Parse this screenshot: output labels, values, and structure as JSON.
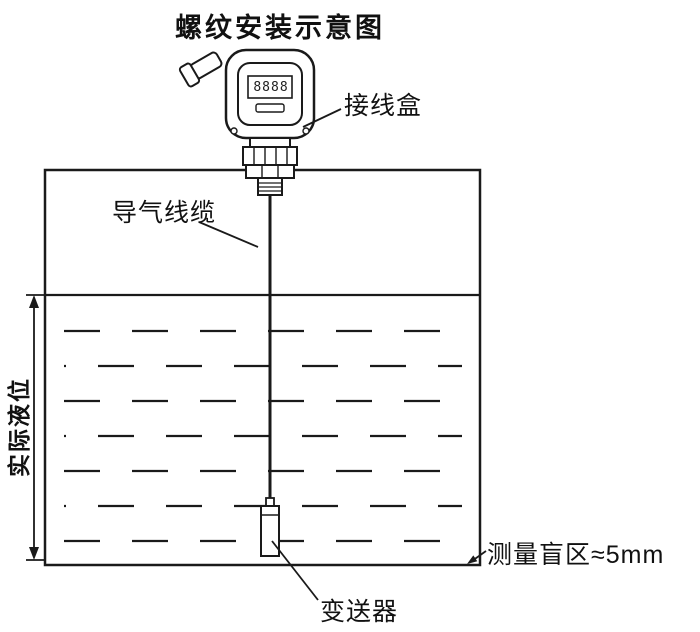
{
  "title": "螺纹安装示意图",
  "device": {
    "display_value": "8888"
  },
  "labels": {
    "junction_box": "接线盒",
    "air_cable": "导气线缆",
    "actual_level": "实际液位",
    "blind_zone": "测量盲区≈5mm",
    "transmitter": "变送器"
  },
  "colors": {
    "line": "#1a1a1a",
    "background": "#ffffff"
  }
}
